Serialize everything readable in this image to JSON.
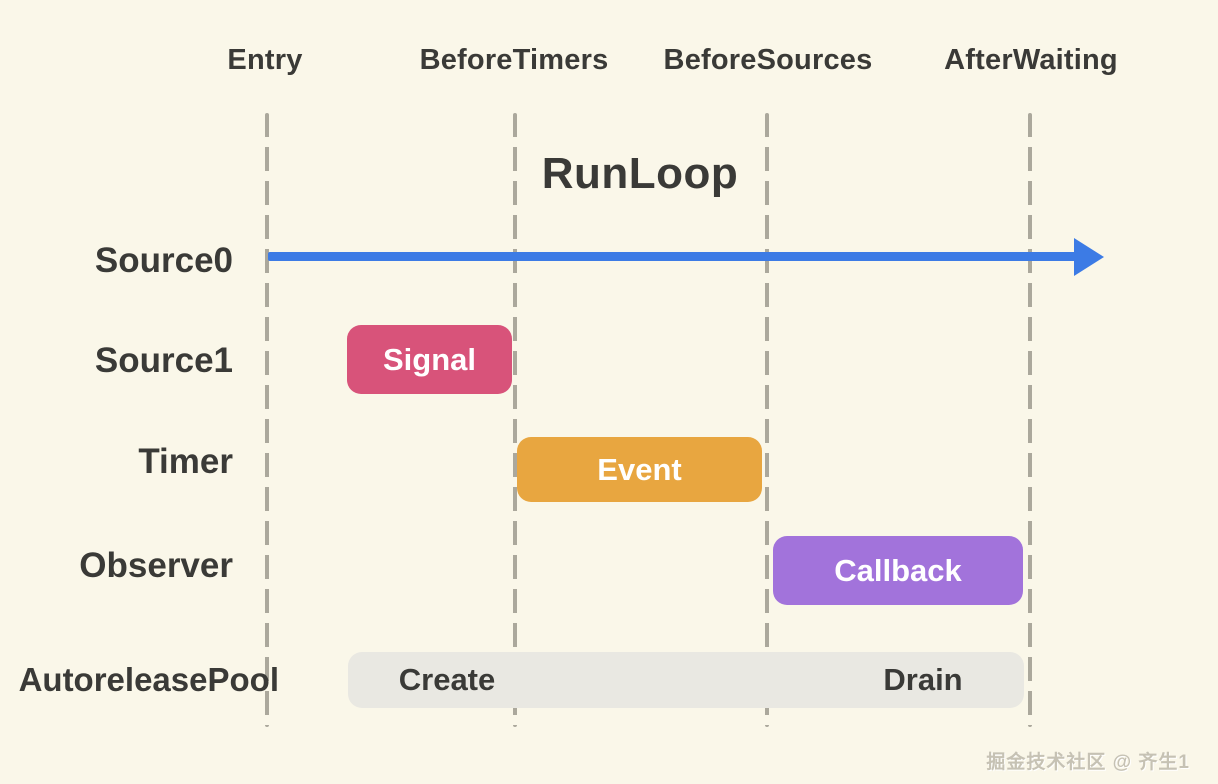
{
  "title": "RunLoop",
  "columns": [
    {
      "label": "Entry"
    },
    {
      "label": "BeforeTimers"
    },
    {
      "label": "BeforeSources"
    },
    {
      "label": "AfterWaiting"
    }
  ],
  "rows": [
    {
      "label": "Source0"
    },
    {
      "label": "Source1"
    },
    {
      "label": "Timer"
    },
    {
      "label": "Observer"
    },
    {
      "label": "AutoreleasePool"
    }
  ],
  "badges": {
    "signal": "Signal",
    "event": "Event",
    "callback": "Callback"
  },
  "pool": {
    "create": "Create",
    "drain": "Drain"
  },
  "watermark": "掘金技术社区 @ 齐生1",
  "colors": {
    "background": "#FAF7E9",
    "text_dark": "#3A3A37",
    "dashed_line": "#ABA89C",
    "arrow_blue": "#3C7BE5",
    "signal_pink": "#D8537A",
    "event_orange": "#E8A640",
    "callback_purple": "#A273DB",
    "pool_gray": "#E9E8E2",
    "badge_text": "#FFFFFF",
    "watermark_gray": "#C6C2B4"
  }
}
